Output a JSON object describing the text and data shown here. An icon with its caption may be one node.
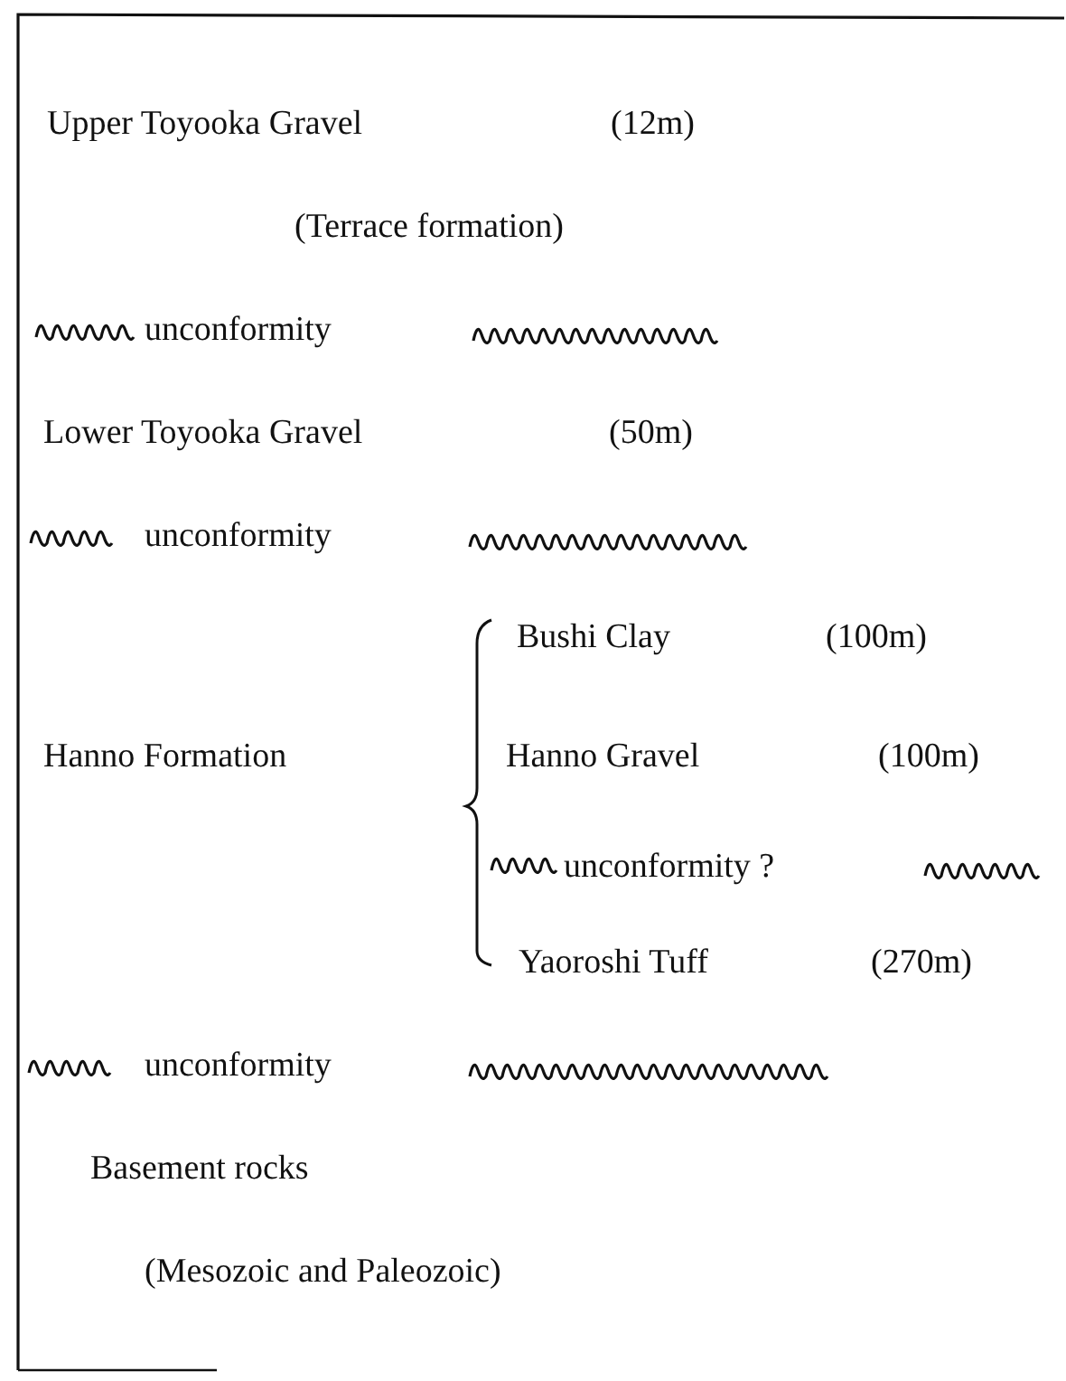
{
  "diagram": {
    "labels": [
      "Upper Toyooka Gravel",
      "(12m)",
      "(Terrace formation)",
      "unconformity",
      "Lower Toyooka Gravel",
      "(50m)",
      "unconformity",
      "Bushi Clay",
      "(100m)",
      "Hanno Formation",
      "Hanno Gravel",
      "(100m)",
      "unconformity ?",
      "Yaoroshi Tuff",
      "(270m)",
      "unconformity",
      "Basement rocks",
      "(Mesozoic and Paleozoic)"
    ]
  }
}
